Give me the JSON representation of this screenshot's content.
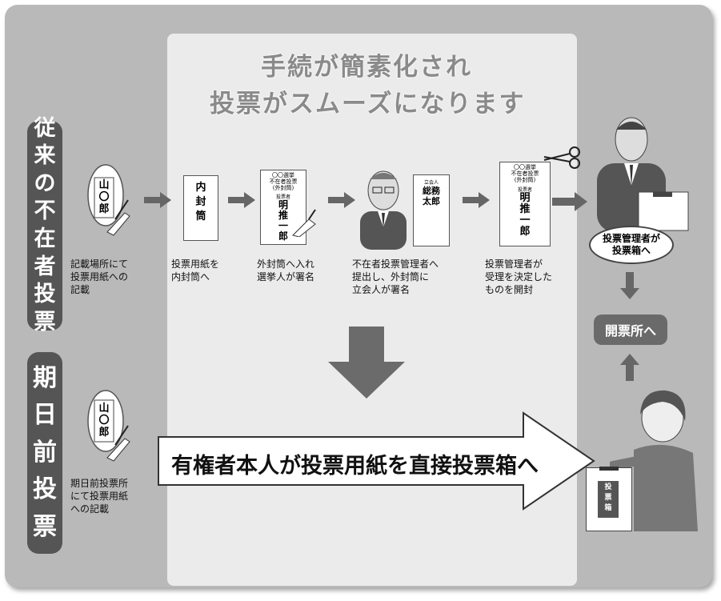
{
  "title": {
    "line1": "手続が簡素化され",
    "line2": "投票がスムーズになります"
  },
  "rows": {
    "conventional": {
      "label_chars": [
        "従",
        "来",
        "の",
        "不",
        "在",
        "者",
        "投",
        "票"
      ]
    },
    "early": {
      "label_chars": [
        "期",
        "日",
        "前",
        "投",
        "票"
      ]
    }
  },
  "steps": {
    "ballot_name": {
      "top": "山",
      "mid": "〇",
      "bot": "郎"
    },
    "s1": "記載場所にて\n投票用紙への\n記載",
    "s2": "投票用紙を\n内封筒へ",
    "s3": "外封筒へ入れ\n選挙人が署名",
    "s4": "不在者投票管理者へ\n提出し、外封筒に\n立会人が署名",
    "s5": "投票管理者が\n受理を決定した\nものを開封",
    "inner_envelope": "内\n封\n筒",
    "outer_envelope_header": "〇〇選挙\n不在者投票\n(外封筒)",
    "outer_envelope_small": "投票者",
    "outer_envelope_name": "明\n推\n一\n郎",
    "witness_envelope_small": "立会人",
    "witness_envelope_name": "総務\n太郎",
    "oval": "投票管理者が\n投票箱へ",
    "kaihyo": "開票所へ",
    "early_caption": "期日前投票所\nにて投票用紙\nへの記載",
    "main_arrow": "有権者本人が投票用紙を直接投票箱へ",
    "ballot_box": "投\n票\n箱"
  }
}
